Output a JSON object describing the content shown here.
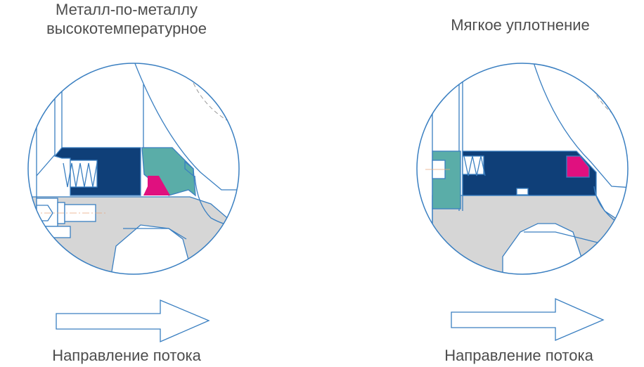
{
  "panels": [
    {
      "title_line1": "Металл-по-металлу",
      "title_line2": "высокотемпературное",
      "caption": "Направление потока"
    },
    {
      "title_line1": "Мягкое уплотнение",
      "caption": "Направление потока"
    }
  ],
  "colors": {
    "outline": "#3a7fc1",
    "seat_dark": "#0f3f78",
    "seal_teal": "#5aada8",
    "insert_magenta": "#e0107f",
    "body_gray": "#d6d6d6",
    "text": "#4d4d4d"
  }
}
